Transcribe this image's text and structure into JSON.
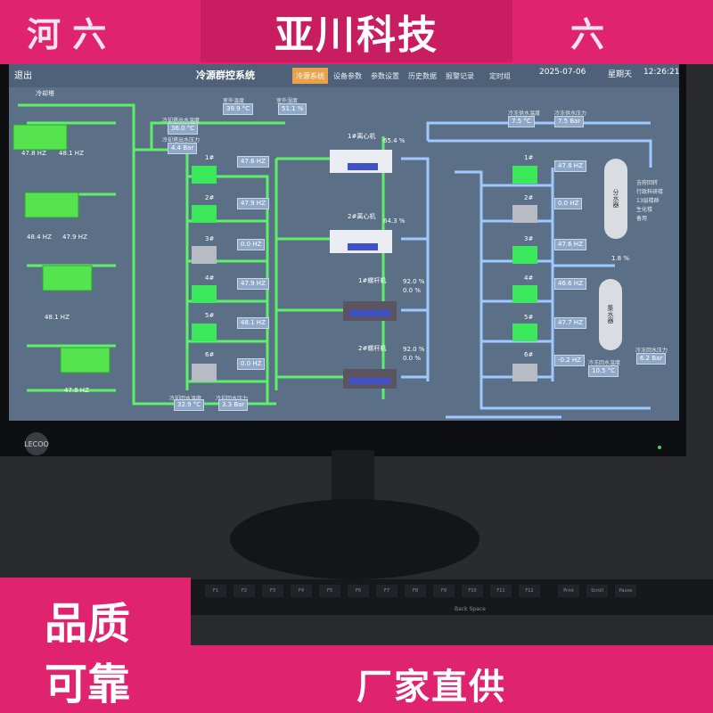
{
  "banner": {
    "title": "亚川科技",
    "left_fragment": "河 六",
    "right_fragment": "六"
  },
  "badges": {
    "left_line1": "品质",
    "left_line2": "可靠",
    "bottom_text": "厂家直供"
  },
  "brand": "LECOO",
  "screen": {
    "exit_label": "退出",
    "app_title": "冷源群控系统",
    "tabs": [
      "冷源系统",
      "设备参数",
      "参数设置",
      "历史数据",
      "报警记录",
      "定时组"
    ],
    "date": "2025-07-06",
    "weekday": "星期天",
    "time": "12:26:21",
    "section_cooling_tower": "冷却塔",
    "top_readouts": [
      {
        "label": "室外温度",
        "value": "39.9 °C"
      },
      {
        "label": "室外湿度",
        "value": "51.1 %"
      }
    ],
    "left_readouts": [
      {
        "label": "冷却塔出水温度",
        "value": "36.0 °C"
      },
      {
        "label": "冷却塔出水压力",
        "value": "4.4 Bar"
      }
    ],
    "right_readouts": [
      {
        "label": "冷冻供水温度",
        "value": "7.5 °C"
      },
      {
        "label": "冷冻供水压力",
        "value": "7.5 Bar"
      }
    ],
    "bottom_left_readouts": [
      {
        "label": "冷却回水温度",
        "value": "32.9 °C"
      },
      {
        "label": "冷却回水压力",
        "value": "3.3 Bar"
      }
    ],
    "bottom_right_readouts": [
      {
        "label": "冷冻回水压力",
        "value": "6.2 Bar"
      },
      {
        "label": "冷冻回水温度",
        "value": "10.5 °C"
      }
    ],
    "tower_hz": [
      "47.8 HZ",
      "48.1 HZ",
      "48.4 HZ",
      "47.9 HZ",
      "48.1 HZ",
      "47.8 HZ"
    ],
    "cooling_pumps": [
      {
        "name": "1#",
        "value": "47.6 HZ"
      },
      {
        "name": "2#",
        "value": "47.9 HZ"
      },
      {
        "name": "3#",
        "value": "0.0 HZ"
      },
      {
        "name": "4#",
        "value": "47.9 HZ"
      },
      {
        "name": "5#",
        "value": "48.1 HZ"
      },
      {
        "name": "6#",
        "value": "0.0 HZ"
      }
    ],
    "chillers": [
      {
        "name": "1#离心机",
        "load": "65.4 %"
      },
      {
        "name": "2#离心机",
        "load": "64.3 %"
      },
      {
        "name": "1#螺杆机",
        "load": "92.0 %",
        "load2": "0.0 %"
      },
      {
        "name": "2#螺杆机",
        "load": "92.0 %",
        "load2": "0.0 %"
      }
    ],
    "chilled_pumps": [
      {
        "name": "1#",
        "value": "47.8 HZ"
      },
      {
        "name": "2#",
        "value": "0.0 HZ"
      },
      {
        "name": "3#",
        "value": "47.6 HZ"
      },
      {
        "name": "4#",
        "value": "46.6 HZ"
      },
      {
        "name": "5#",
        "value": "47.7 HZ"
      },
      {
        "name": "6#",
        "value": "-0.2 HZ"
      }
    ],
    "header_tank_label": "分水器",
    "collector_label": "集水器",
    "valve_percent": "1.8 %",
    "branch_labels": [
      "吉府回转",
      "行政科研楼",
      "13层楼群",
      "生化楼",
      "备用"
    ]
  },
  "keyboard_keys": [
    "F1",
    "F2",
    "F3",
    "F4",
    "F5",
    "F6",
    "F7",
    "F8",
    "F9",
    "F10",
    "F11",
    "F12",
    "Print",
    "Scroll",
    "Pause"
  ],
  "keyboard_extra": "Back Space",
  "colors": {
    "pink": "#e0236f",
    "green_pipe": "#5ef06a",
    "blue_pipe": "#9ec8ff",
    "screen_bg": "#5b6f86"
  }
}
